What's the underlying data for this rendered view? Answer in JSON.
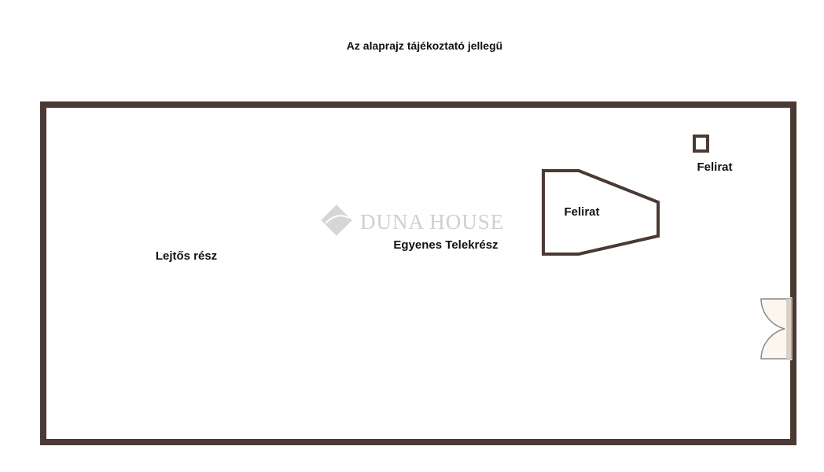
{
  "title": "Az alaprajz tájékoztató jellegű",
  "watermark": "DUNA HOUSE",
  "labels": {
    "sloped_part": "Lejtős rész",
    "flat_part": "Egyenes Telekrész",
    "shape_label": "Felirat",
    "small_label": "Felirat"
  },
  "colors": {
    "wall": "#4a3a33",
    "door_fill": "#fdf6ef"
  }
}
